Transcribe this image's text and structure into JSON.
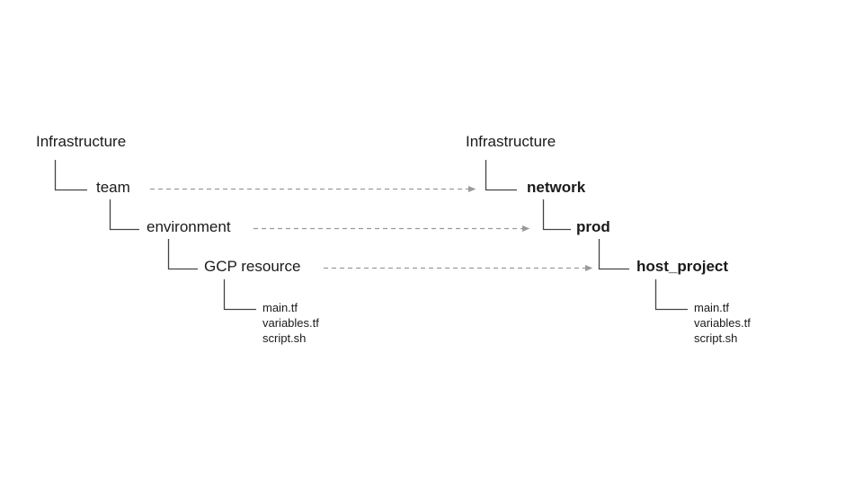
{
  "diagram": {
    "title_left": "Infrastructure",
    "title_right": "Infrastructure",
    "colors": {
      "text": "#1a1a1a",
      "connector": "#444444",
      "arrow": "#9a9a9a",
      "background": "#ffffff"
    },
    "left_tree": {
      "root": "Infrastructure",
      "levels": [
        {
          "label": "team"
        },
        {
          "label": "environment"
        },
        {
          "label": "GCP resource"
        }
      ],
      "files": [
        "main.tf",
        "variables.tf",
        "script.sh"
      ]
    },
    "right_tree": {
      "root": "Infrastructure",
      "levels": [
        {
          "label": "network"
        },
        {
          "label": "prod"
        },
        {
          "label": "host_project"
        }
      ],
      "files": [
        "main.tf",
        "variables.tf",
        "script.sh"
      ]
    },
    "mappings": [
      {
        "from": "team",
        "to": "network"
      },
      {
        "from": "environment",
        "to": "prod"
      },
      {
        "from": "GCP resource",
        "to": "host_project"
      }
    ]
  }
}
